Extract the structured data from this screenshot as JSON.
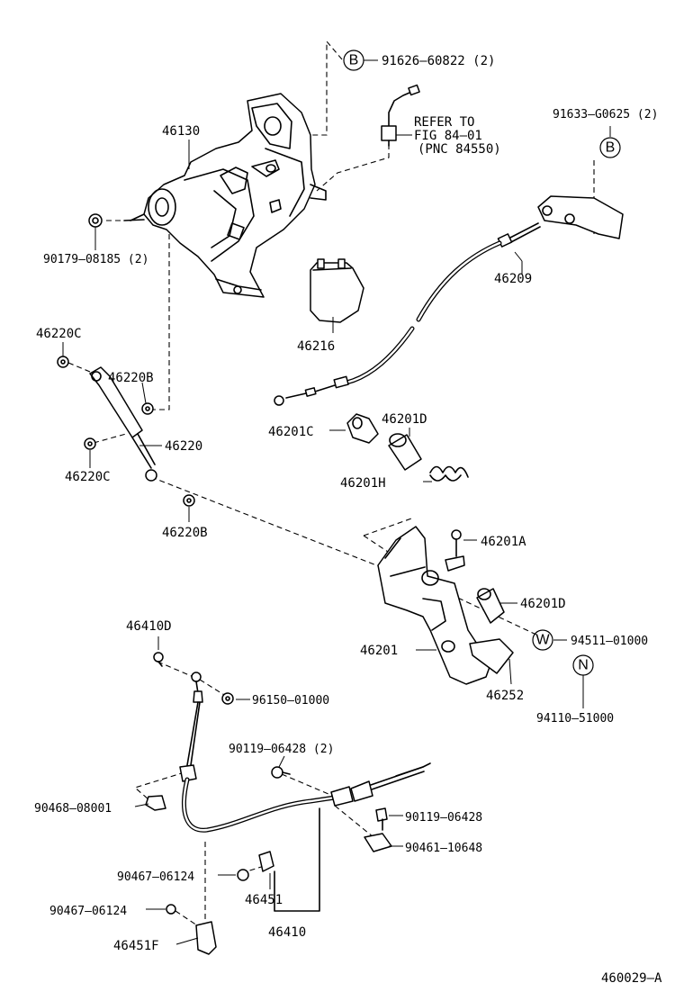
{
  "diagram_id": "460029–A",
  "callouts": {
    "B": "B",
    "W": "W",
    "N": "N"
  },
  "labels": {
    "p91626": "91626–60822 (2)",
    "refer1": "REFER TO",
    "refer2": "FIG 84–01",
    "refer3": "(PNC 84550)",
    "p91633": "91633–G0625 (2)",
    "p46130": "46130",
    "p90179": "90179–08185 (2)",
    "p46209": "46209",
    "p46216": "46216",
    "p46220C_top": "46220C",
    "p46220B_top": "46220B",
    "p46220": "46220",
    "p46220C_bot": "46220C",
    "p46220B_bot": "46220B",
    "p46201C": "46201C",
    "p46201D_top": "46201D",
    "p46201H": "46201H",
    "p46201A": "46201A",
    "p46201D_bot": "46201D",
    "p46201": "46201",
    "p94511": "94511–01000",
    "p46252": "46252",
    "p94110": "94110–51000",
    "p46410D": "46410D",
    "p96150": "96150–01000",
    "p90119_2": "90119–06428 (2)",
    "p90468": "90468–08001",
    "p90119": "90119–06428",
    "p90461": "90461–10648",
    "p90467_a": "90467–06124",
    "p46451": "46451",
    "p90467_b": "90467–06124",
    "p46410": "46410",
    "p46451F": "46451F"
  }
}
